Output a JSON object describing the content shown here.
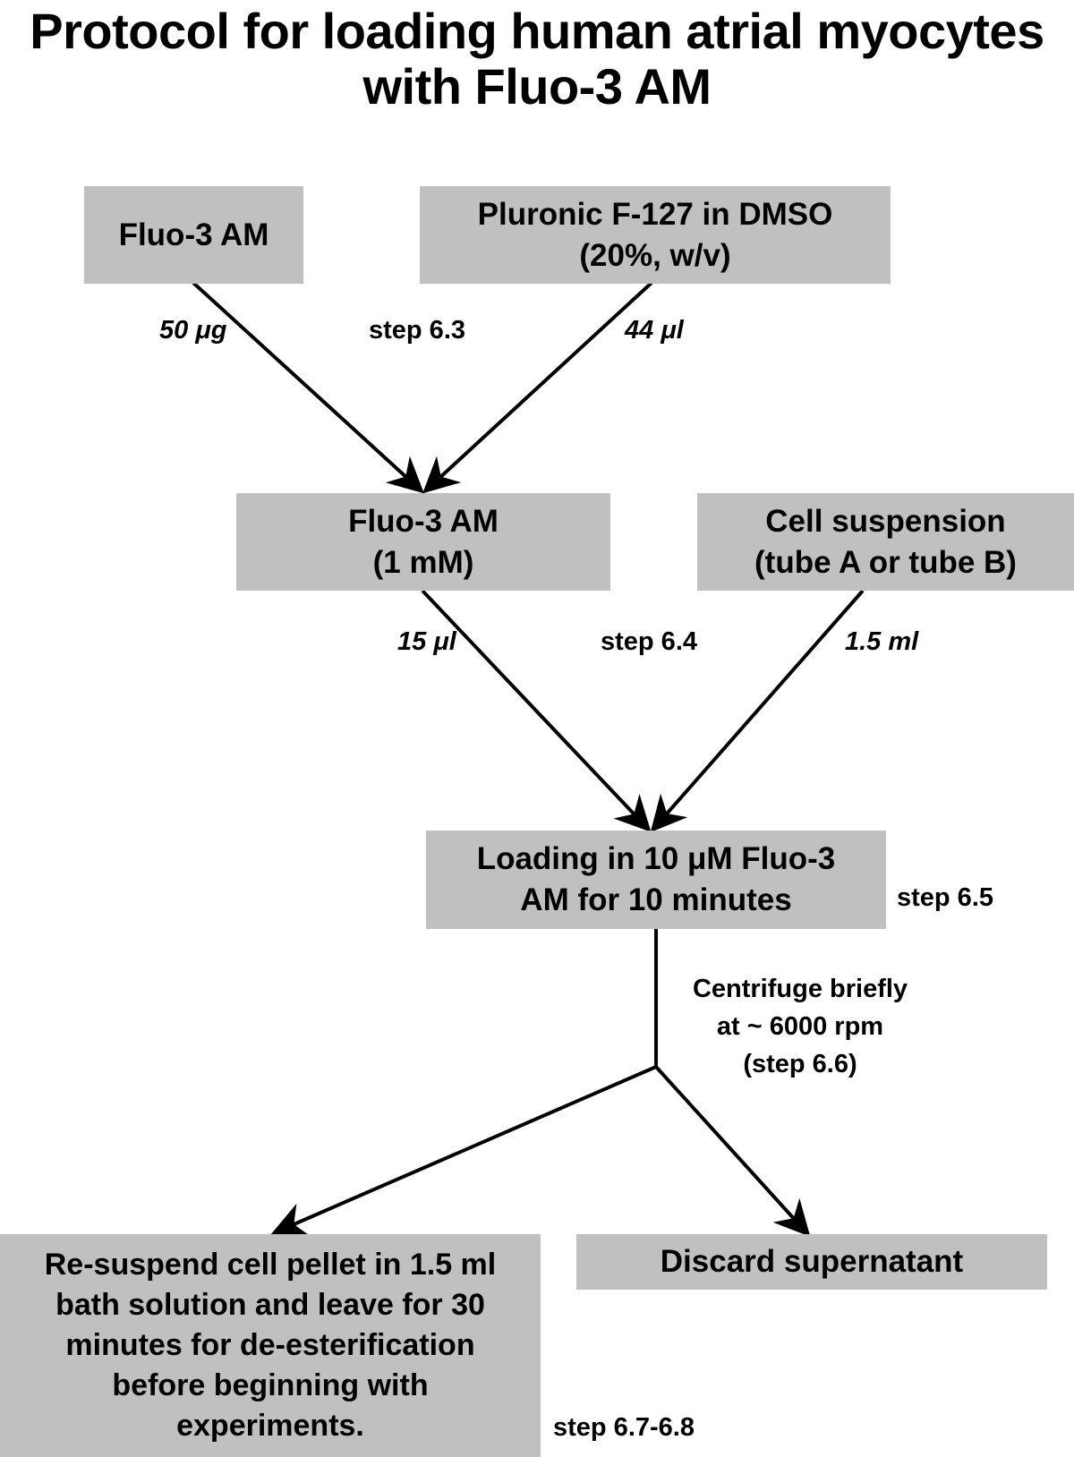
{
  "title": "Protocol for loading human atrial myocytes with Fluo-3 AM",
  "nodes": {
    "fluo3": "Fluo-3 AM",
    "pluronic": "Pluronic F-127 in DMSO\n(20%, w/v)",
    "fluo3_1mm": "Fluo-3 AM\n(1 mM)",
    "cell_suspension": "Cell suspension\n(tube A or tube B)",
    "loading": "Loading in 10 μM Fluo-3\nAM for 10 minutes",
    "resuspend": "Re-suspend cell pellet in 1.5 ml\nbath solution and leave for 30\nminutes for de-esterification\nbefore beginning with\nexperiments.",
    "discard": "Discard supernatant"
  },
  "labels": {
    "amount_fluo3": "50 μg",
    "amount_pluronic": "44 μl",
    "step_6_3": "step 6.3",
    "amount_fluo3_1mm": "15 μl",
    "amount_cells": "1.5 ml",
    "step_6_4": "step 6.4",
    "step_6_5": "step 6.5",
    "centrifuge": "Centrifuge briefly\nat ~ 6000 rpm\n(step 6.6)",
    "step_6_7_6_8": "step 6.7-6.8"
  },
  "edges": [
    {
      "from": "fluo3",
      "to": "fluo3_1mm"
    },
    {
      "from": "pluronic",
      "to": "fluo3_1mm"
    },
    {
      "from": "fluo3_1mm",
      "to": "loading"
    },
    {
      "from": "cell_suspension",
      "to": "loading"
    },
    {
      "from": "loading",
      "to": "resuspend"
    },
    {
      "from": "loading",
      "to": "discard"
    }
  ]
}
